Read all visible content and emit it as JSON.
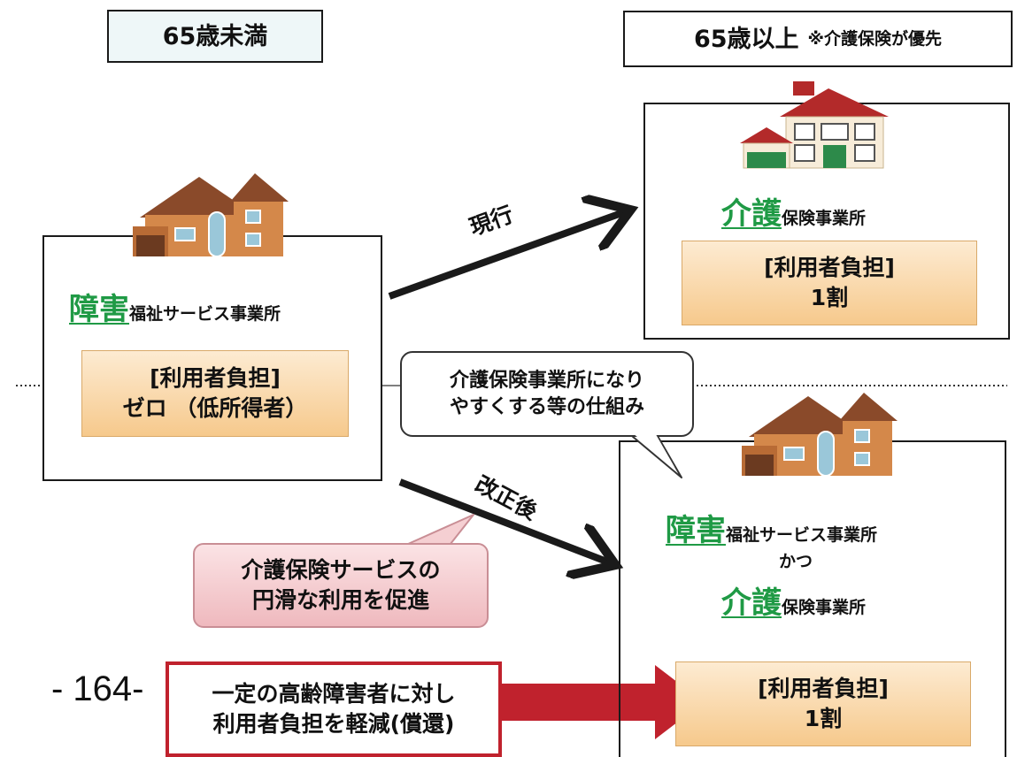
{
  "headers": {
    "under65": "65歳未満",
    "over65": "65歳以上",
    "over65_note": "※介護保険が優先"
  },
  "left_facility": {
    "highlight": "障害",
    "rest": "福祉サービス事業所",
    "burden_title": "[利用者負担]",
    "burden_value": "ゼロ （低所得者）"
  },
  "top_right_facility": {
    "highlight": "介護",
    "rest": "保険事業所",
    "burden_title": "[利用者負担]",
    "burden_value": "1割"
  },
  "bottom_right_facility": {
    "highlight1": "障害",
    "rest1": "福祉サービス事業所",
    "conj": "かつ",
    "highlight2": "介護",
    "rest2": "保険事業所",
    "burden_title": "[利用者負担]",
    "burden_value": "1割"
  },
  "arrows": {
    "current": "現行",
    "revised": "改正後"
  },
  "callouts": {
    "mechanism_line1": "介護保険事業所になり",
    "mechanism_line2": "やすくする等の仕組み",
    "promote_line1": "介護保険サービスの",
    "promote_line2": "円滑な利用を促進",
    "reduce_line1": "一定の高齢障害者に対し",
    "reduce_line2": "利用者負担を軽減(償還)"
  },
  "page_number": "- 164-",
  "colors": {
    "accent_green": "#1f9a45",
    "red": "#c0222d",
    "burden_fill": "#f6c98c",
    "pink_fill": "#efb9be"
  }
}
